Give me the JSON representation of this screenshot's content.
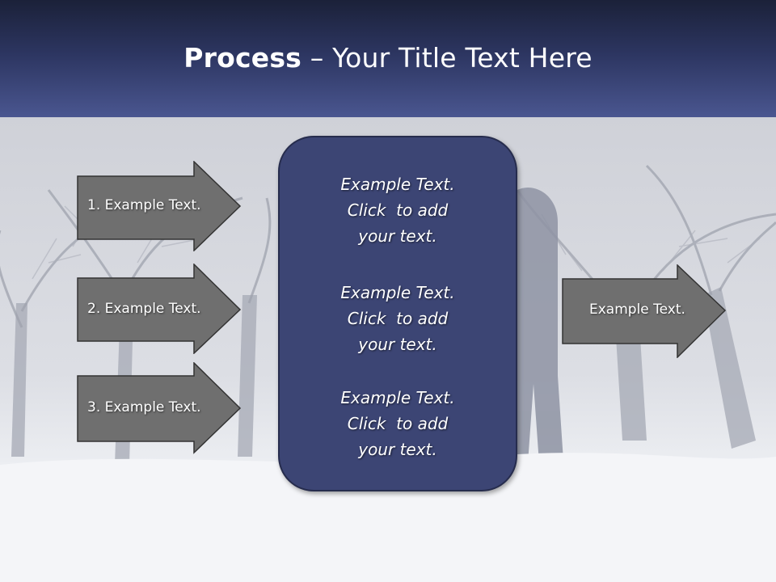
{
  "title": {
    "bold": "Process",
    "rest": " – Your Title Text Here"
  },
  "left_arrows": [
    {
      "label": "1. Example Text."
    },
    {
      "label": "2. Example Text."
    },
    {
      "label": "3. Example Text."
    }
  ],
  "center_box": {
    "blocks": [
      {
        "lines": [
          "Example Text.",
          "Click  to add",
          "your text."
        ]
      },
      {
        "lines": [
          "Example Text.",
          "Click  to add",
          "your text."
        ]
      },
      {
        "lines": [
          "Example Text.",
          "Click  to add",
          "your text."
        ]
      }
    ]
  },
  "right_arrow": {
    "label": "Example Text."
  },
  "colors": {
    "header_top": "#1b2139",
    "header_bottom": "#4a5690",
    "arrow_fill": "#6f6f6f",
    "box_fill": "#3c4574"
  }
}
